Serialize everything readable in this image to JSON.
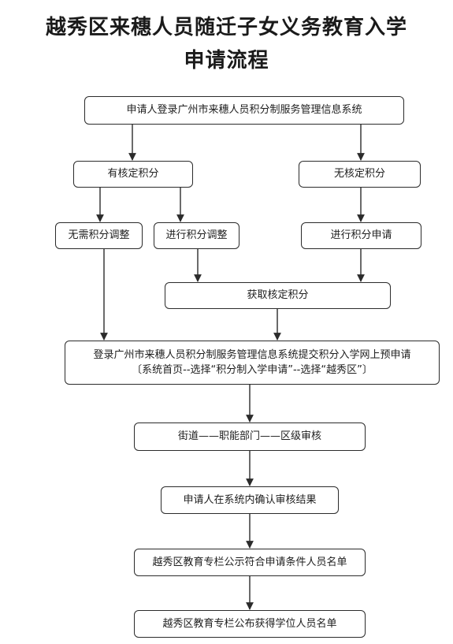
{
  "title": {
    "line1": "越秀区来穗人员随迁子女义务教育入学",
    "line2": "申请流程"
  },
  "nodes": {
    "login": "申请人登录广州市来穗人员积分制服务管理信息系统",
    "has_score": "有核定积分",
    "no_score": "无核定积分",
    "no_adjust": "无需积分调整",
    "adjust": "进行积分调整",
    "apply_score": "进行积分申请",
    "get_score": "获取核定积分",
    "submit_line1": "登录广州市来穗人员积分制服务管理信息系统提交积分入学网上预申请",
    "submit_line2": "〔系统首页--选择“积分制入学申请”--选择“越秀区”〕",
    "review": "街道——职能部门——区级审核",
    "confirm": "申请人在系统内确认审核结果",
    "publicize": "越秀区教育专栏公示符合申请条件人员名单",
    "publish": "越秀区教育专栏公布获得学位人员名单"
  },
  "colors": {
    "line": "#2b2b2b",
    "text": "#1e1e1e"
  }
}
